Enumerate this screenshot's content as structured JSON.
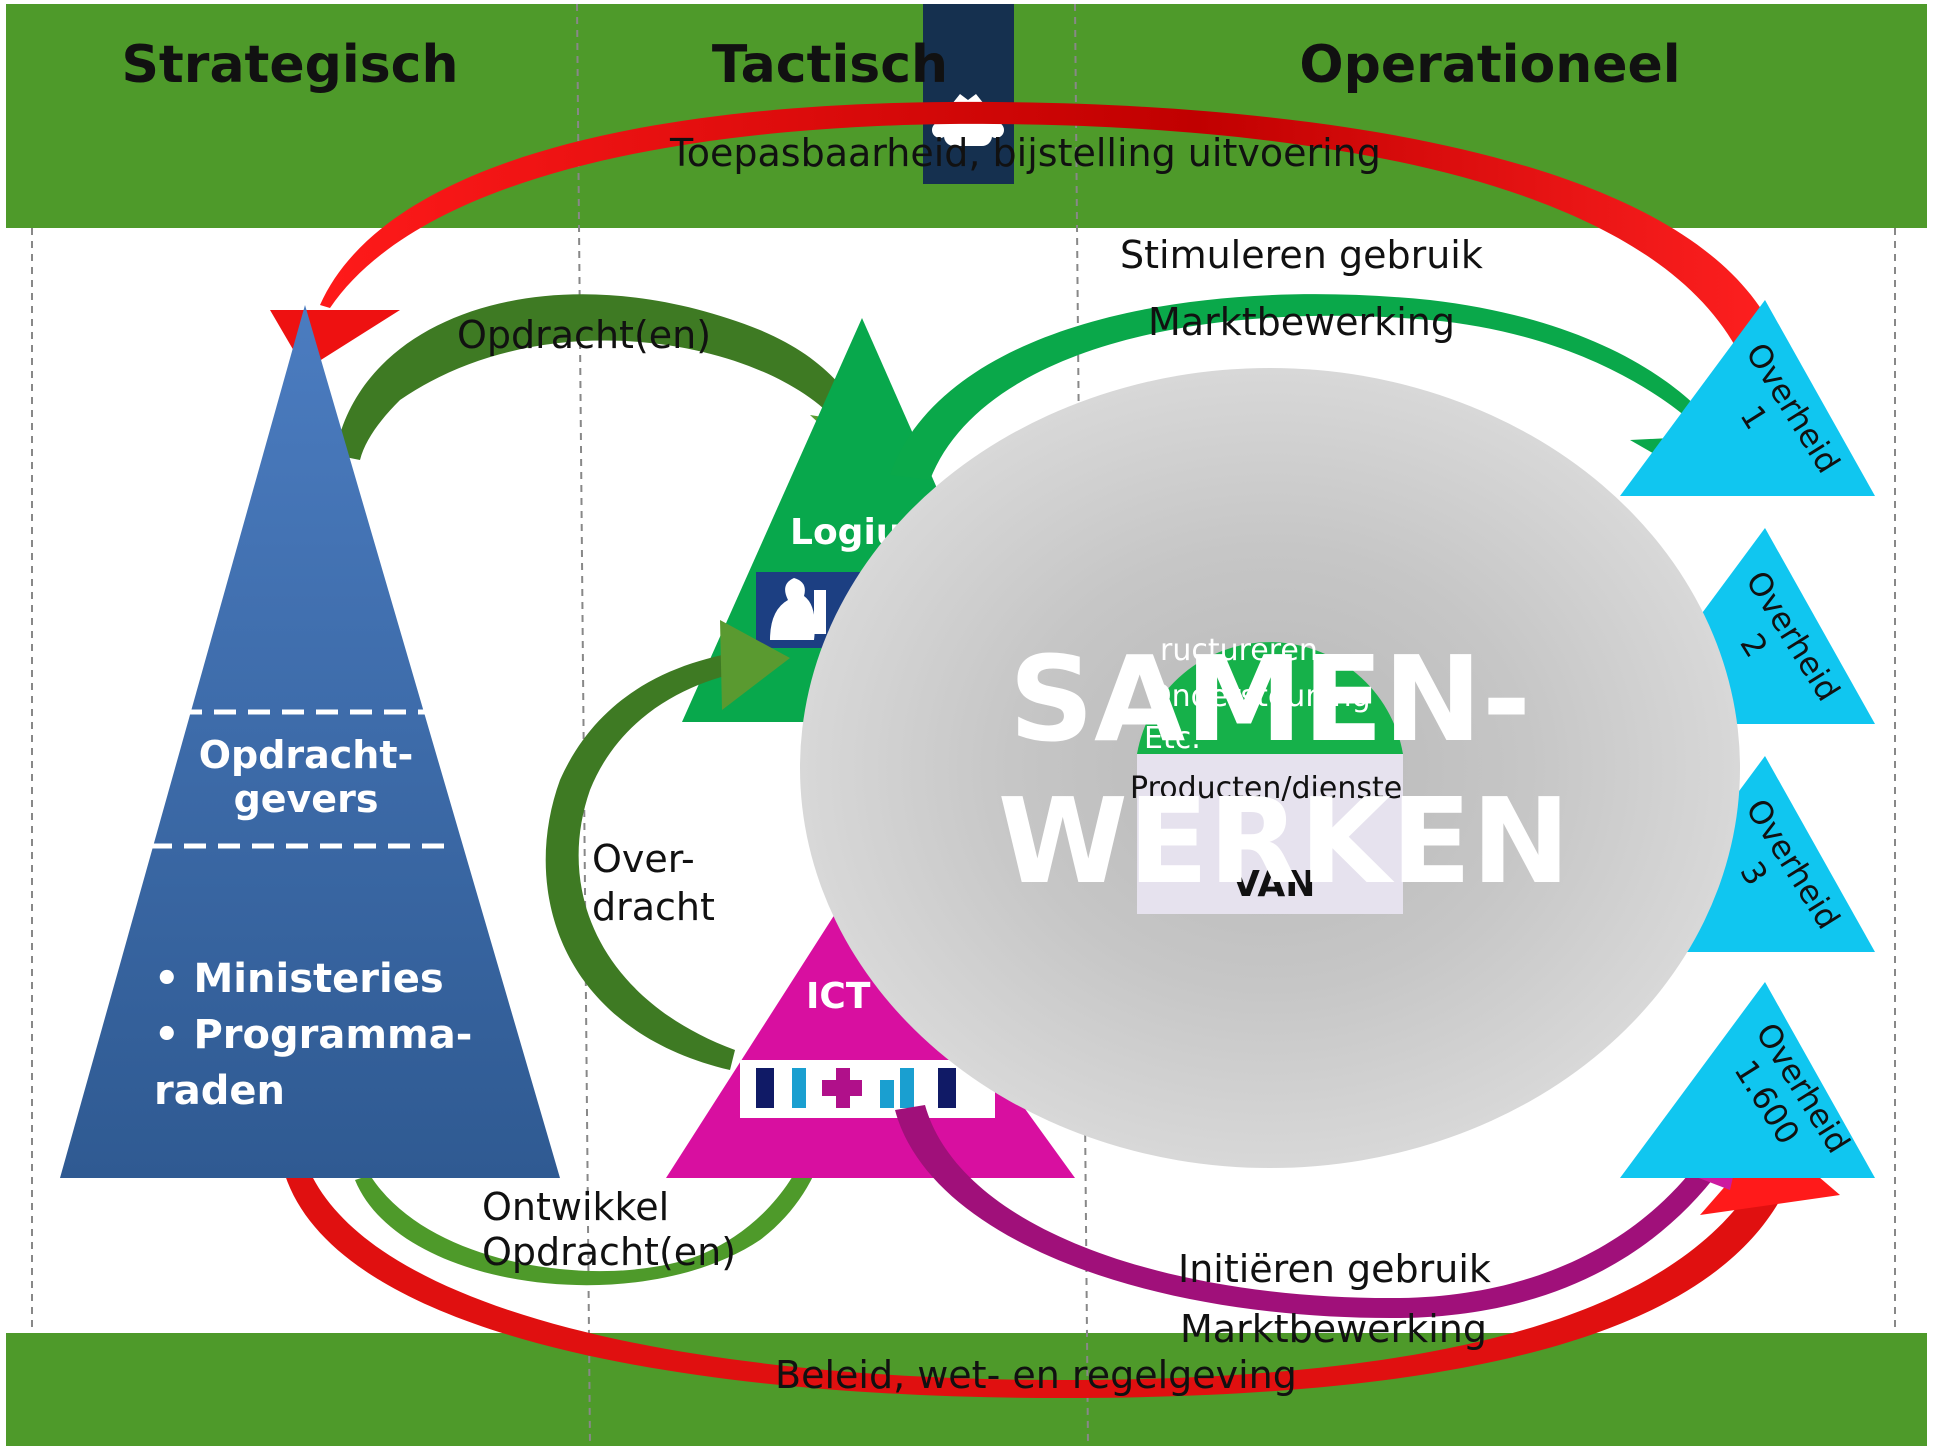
{
  "header": {
    "col_strategic": "Strategisch",
    "col_tactical": "Tactisch",
    "col_operational": "Operationeel",
    "top_flow": "Toepasbaarheid, bijstelling uitvoering"
  },
  "footer": {
    "bottom_flow": "Beleid, wet- en regelgeving"
  },
  "left_pyramid": {
    "middle_line1": "Opdracht-",
    "middle_line2": "gevers",
    "bullet1": "• Ministeries",
    "bullet2": "• Programma-",
    "bullet2_cont": "raden"
  },
  "flows": {
    "opdracht": "Opdracht(en)",
    "stimuleren": "Stimuleren gebruik",
    "marktbewerking_top": "Marktbewerking",
    "overdracht_1": "Over-",
    "overdracht_2": "dracht",
    "ontwikkel_1": "Ontwikkel",
    "ontwikkel_2": "Opdracht(en)",
    "initieren": "Initiëren gebruik",
    "marktbewerking_bottom": "Marktbewerking"
  },
  "tactical": {
    "logius_label": "Logiu",
    "ict_label": "ICT"
  },
  "center": {
    "samen": "SAMEN-",
    "werken": "WERKEN",
    "inner_line1": "ructureren",
    "inner_line2": "Ondersteuning",
    "inner_line3": "Etc.",
    "inner_line4": "Producten/dienste",
    "inner_van": "VAN"
  },
  "overheden": [
    {
      "name": "Overheid",
      "num": "1"
    },
    {
      "name": "Overheid",
      "num": "2"
    },
    {
      "name": "Overheid",
      "num": "3"
    },
    {
      "name": "Overheid",
      "num": "1.600"
    }
  ],
  "colors": {
    "band_green": "#4e9a2a",
    "pyramid_blue": "#3c69a8",
    "logius_green": "#08a84c",
    "ict_magenta": "#d80fa0",
    "overheid_cyan": "#10c6f0",
    "arrow_red": "#ee1111",
    "emblem_navy": "#15304f"
  }
}
